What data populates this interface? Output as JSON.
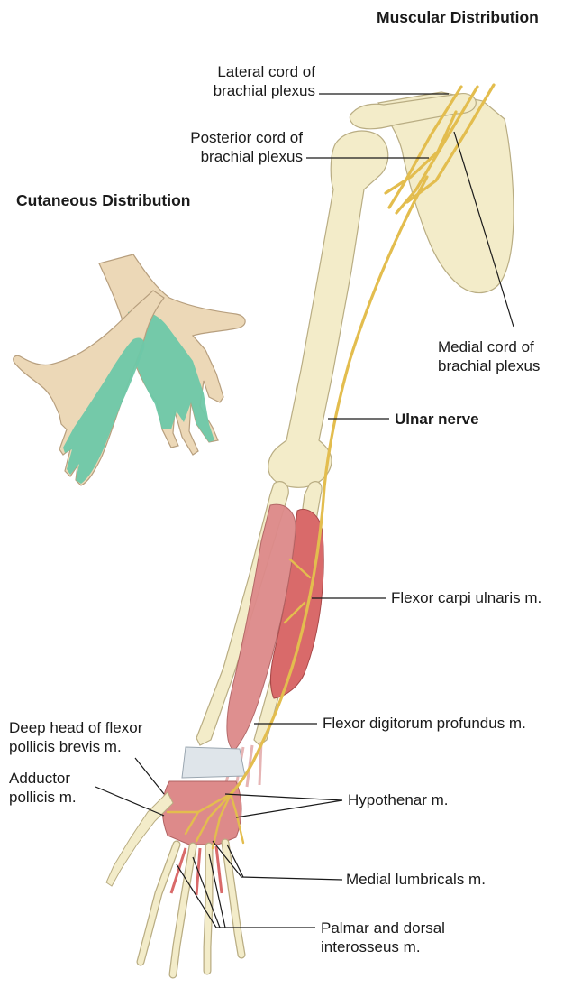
{
  "headings": {
    "muscular": "Muscular Distribution",
    "cutaneous": "Cutaneous Distribution"
  },
  "labels": {
    "lateral_cord": [
      "Lateral cord of",
      "brachial plexus"
    ],
    "posterior_cord": [
      "Posterior cord of",
      "brachial plexus"
    ],
    "medial_cord": [
      "Medial cord of",
      "brachial plexus"
    ],
    "ulnar_nerve": "Ulnar nerve",
    "flexor_carpi_ulnaris": "Flexor carpi ulnaris m.",
    "flexor_digitorum_profundus": "Flexor digitorum profundus m.",
    "deep_head_fpb": [
      "Deep head of flexor",
      "pollicis brevis m."
    ],
    "adductor_pollicis": [
      "Adductor",
      "pollicis m."
    ],
    "hypothenar": "Hypothenar m.",
    "medial_lumbricals": "Medial lumbricals m.",
    "interosseus": [
      "Palmar and dorsal",
      "interosseus m."
    ]
  },
  "colors": {
    "bone": "#f3ecc9",
    "bone_stroke": "#b9ad83",
    "skin": "#ecd8b7",
    "cutaneous_area": "#6ec8a8",
    "muscle": "#d96a6a",
    "nerve": "#e3bd4e",
    "leader": "#1a1a1a"
  }
}
